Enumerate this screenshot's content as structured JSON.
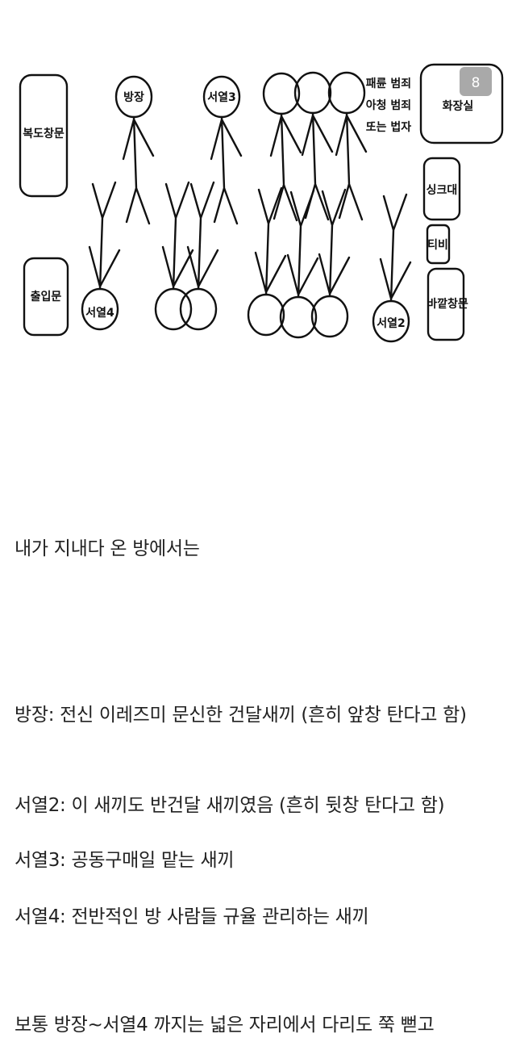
{
  "diagram": {
    "labels": {
      "corridor_window": "복도창문",
      "entrance": "출입문",
      "boss": "방장",
      "rank3": "서열3",
      "rank4": "서열4",
      "rank2": "서열2",
      "crime_line1": "패륜 범죄",
      "crime_line2": "아청 범죄",
      "crime_line3": "또는 법자",
      "toilet": "화장실",
      "sink": "싱크대",
      "tv": "티비",
      "outer_window": "바깥창문",
      "badge": "8"
    },
    "badge_color": "#a9a9a9"
  },
  "article": {
    "p1": "내가 지내다 온 방에서는",
    "p2": "방장: 전신 이레즈미 문신한 건달새끼 (흔히 앞창 탄다고 함)",
    "p3": "서열2: 이 새끼도 반건달 새끼였음 (흔히 뒷창 탄다고 함)",
    "p4": "서열3: 공동구매일 맡는 새끼",
    "p5": "서열4: 전반적인 방 사람들 규율 관리하는 새끼",
    "p6": "보통 방장~서열4 까지는 넓은 자리에서 다리도 쭉 뻗고"
  }
}
